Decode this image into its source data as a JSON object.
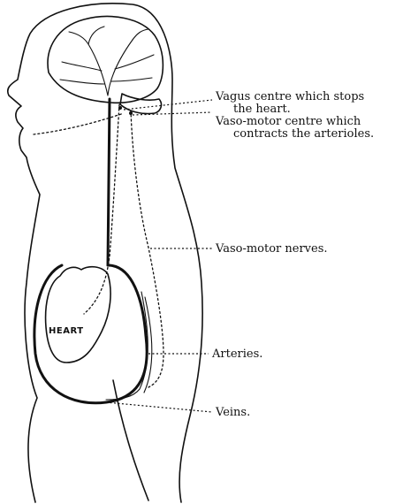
{
  "labels": {
    "vagus_line1": "Vagus centre which stops",
    "vagus_line2": "the heart.",
    "vasomotor_centre_line1": "Vaso-motor centre which",
    "vasomotor_centre_line2": "contracts the arterioles.",
    "vasomotor_nerves": "Vaso-motor nerves.",
    "arteries": "Arteries.",
    "veins": "Veins.",
    "heart": "HEART"
  }
}
